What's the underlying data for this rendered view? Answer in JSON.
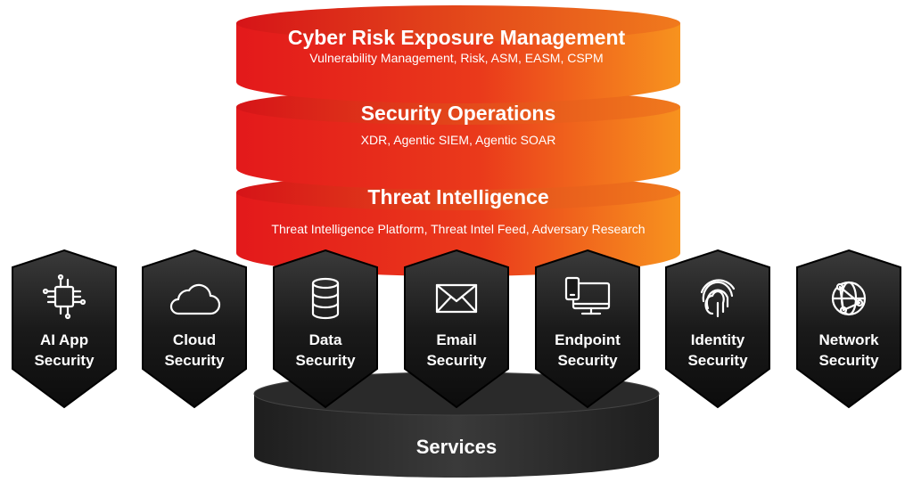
{
  "layers": [
    {
      "title": "Cyber Risk Exposure Management",
      "subtitle": "Vulnerability Management, Risk, ASM, EASM, CSPM"
    },
    {
      "title": "Security Operations",
      "subtitle": "XDR, Agentic SIEM, Agentic SOAR"
    },
    {
      "title": "Threat Intelligence",
      "subtitle": "Threat Intelligence Platform, Threat Intel Feed, Adversary Research"
    }
  ],
  "shields": [
    {
      "line1": "AI App",
      "line2": "Security",
      "icon": "circuit-icon"
    },
    {
      "line1": "Cloud",
      "line2": "Security",
      "icon": "cloud-icon"
    },
    {
      "line1": "Data",
      "line2": "Security",
      "icon": "database-icon"
    },
    {
      "line1": "Email",
      "line2": "Security",
      "icon": "envelope-icon"
    },
    {
      "line1": "Endpoint",
      "line2": "Security",
      "icon": "devices-icon"
    },
    {
      "line1": "Identity",
      "line2": "Security",
      "icon": "fingerprint-icon"
    },
    {
      "line1": "Network",
      "line2": "Security",
      "icon": "globe-network-icon"
    }
  ],
  "services": {
    "label": "Services"
  },
  "colors": {
    "red": "#e8251b",
    "orange": "#f5911e",
    "dark": "#1c1c1c"
  }
}
